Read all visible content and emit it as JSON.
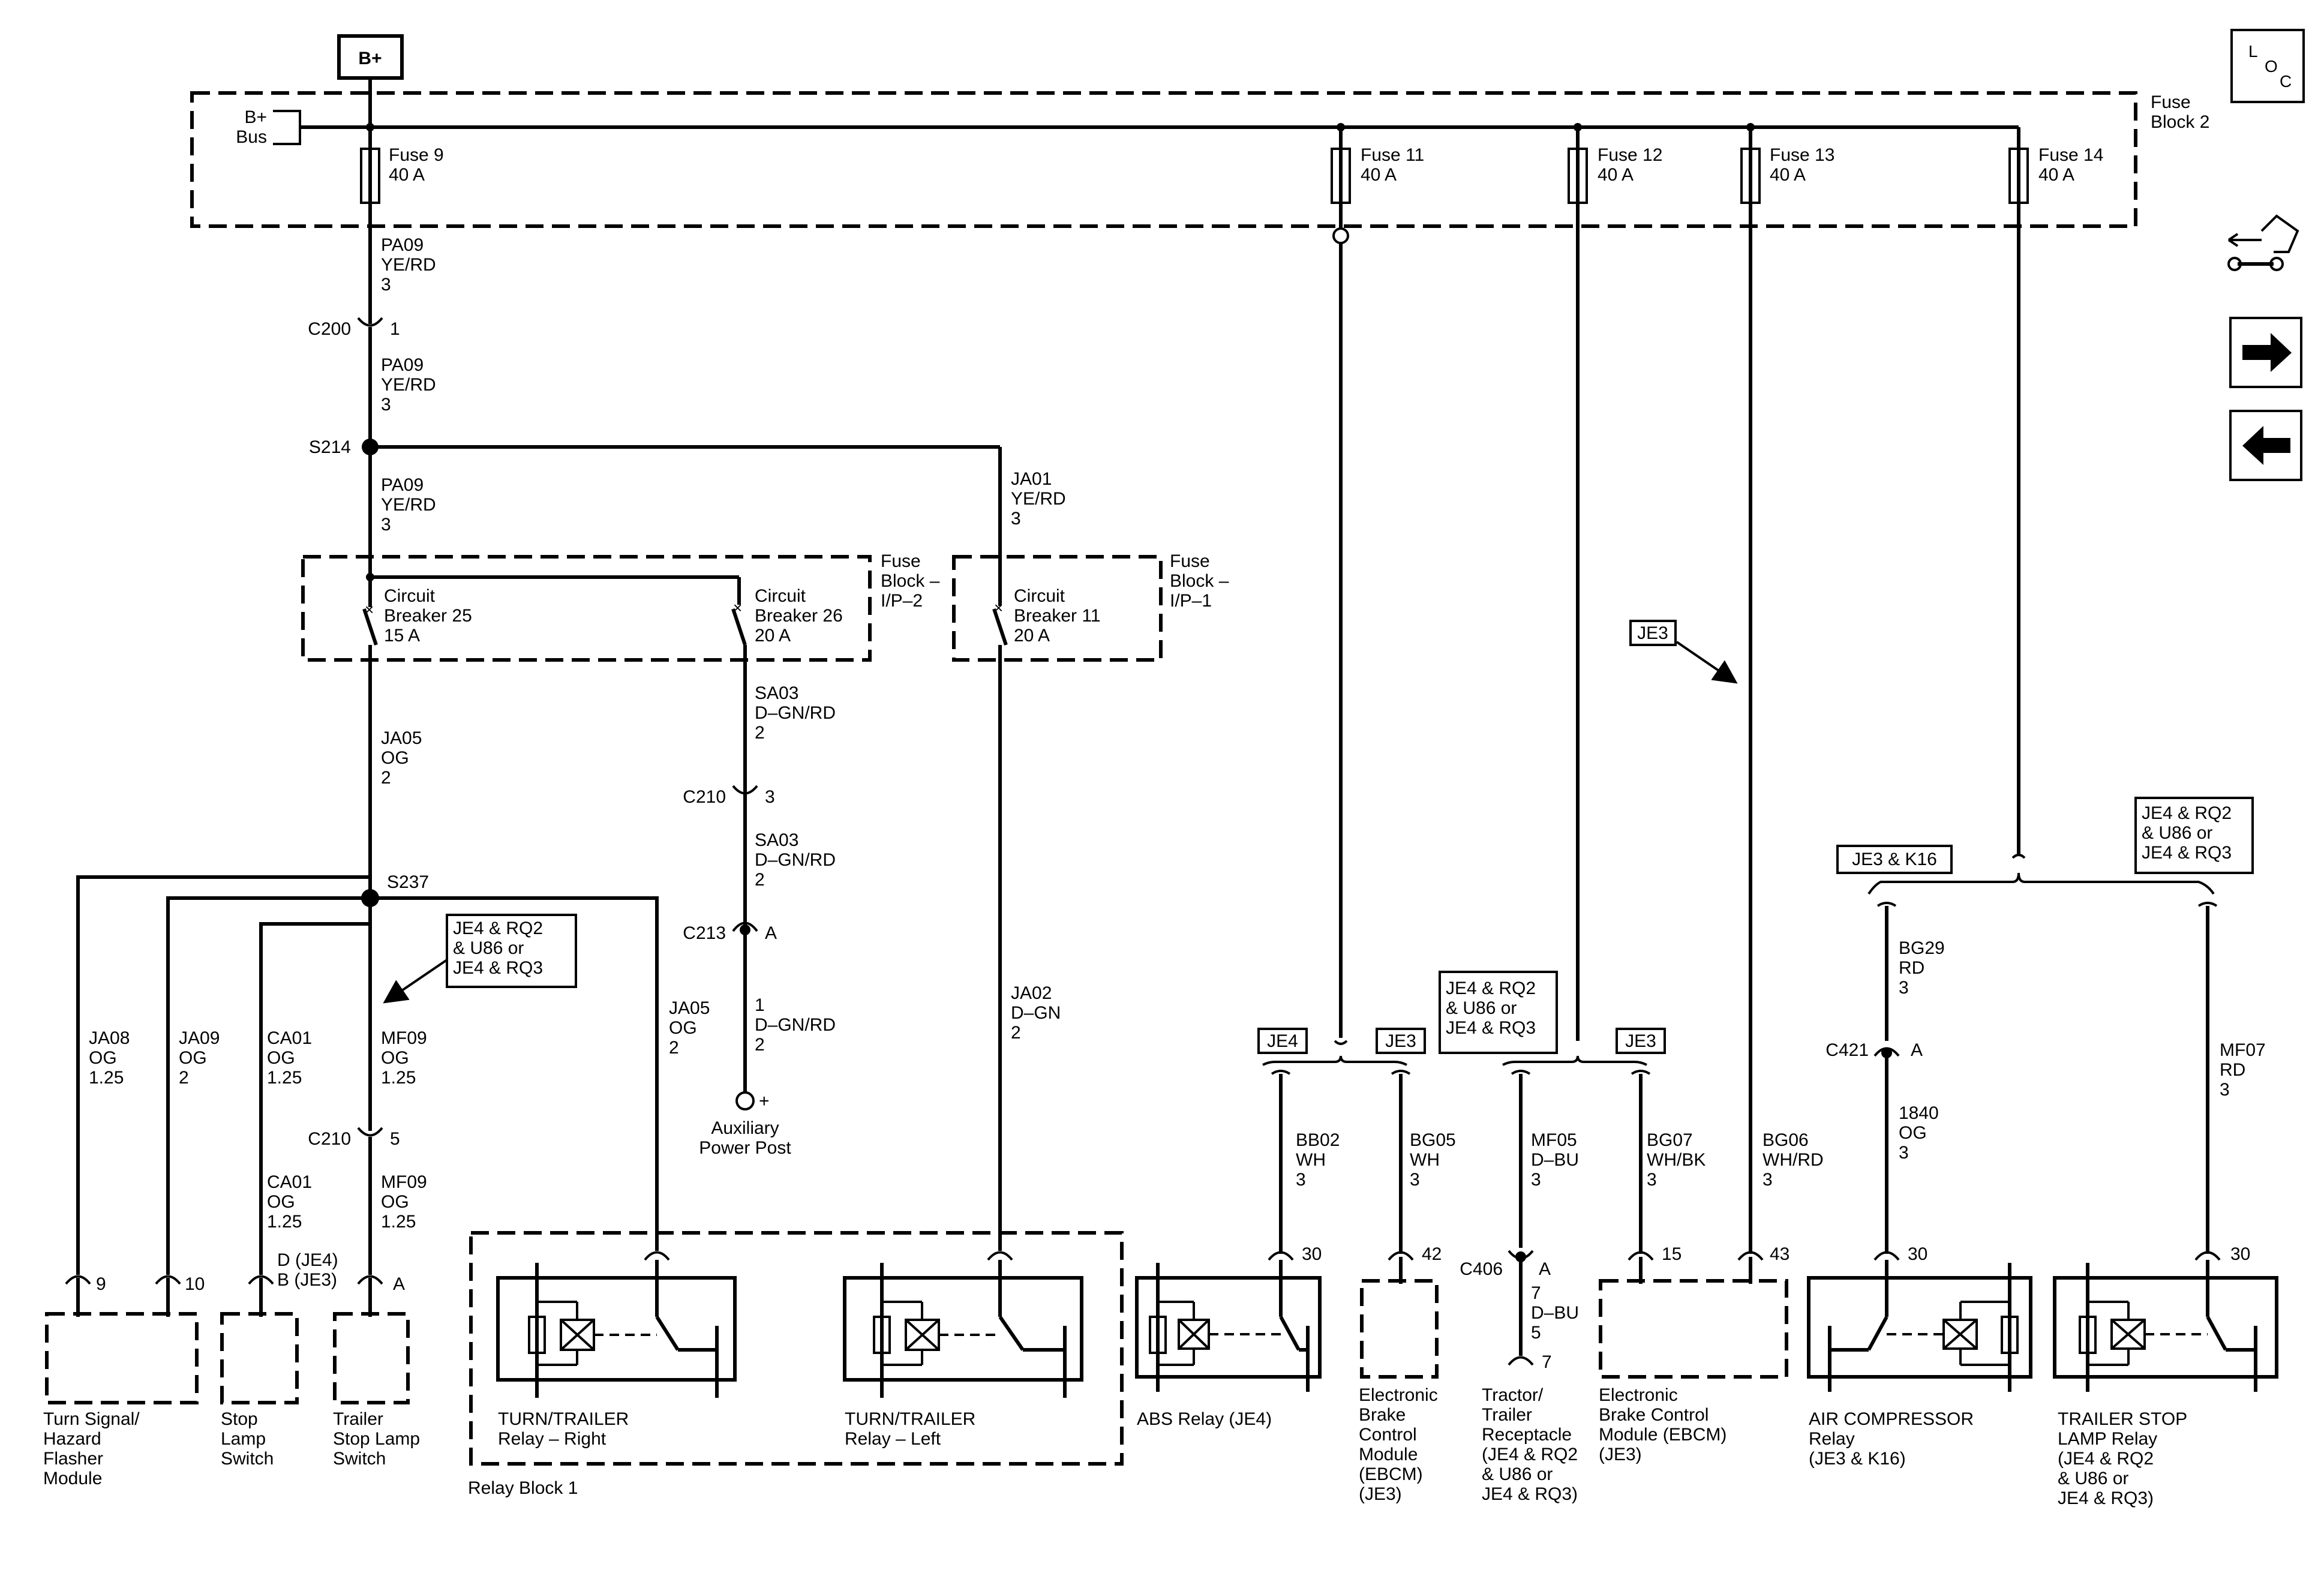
{
  "power": {
    "label": "B+"
  },
  "loc_icon": {
    "letters": [
      "L",
      "O",
      "C"
    ]
  },
  "nav_icons": [
    "component-view-icon",
    "next-page-arrow-icon",
    "previous-page-arrow-icon"
  ],
  "fuse_block_2": {
    "title": [
      "Fuse",
      "Block 2"
    ],
    "bus_label": [
      "B+",
      "Bus"
    ],
    "fuses": [
      {
        "name": "Fuse 9",
        "rating": "40 A"
      },
      {
        "name": "Fuse 11",
        "rating": "40 A"
      },
      {
        "name": "Fuse 12",
        "rating": "40 A"
      },
      {
        "name": "Fuse 13",
        "rating": "40 A"
      },
      {
        "name": "Fuse 14",
        "rating": "40 A"
      }
    ]
  },
  "fuse_block_ip2": {
    "title": [
      "Fuse",
      "Block –",
      "I/P–2"
    ],
    "breakers": [
      {
        "lines": [
          "Circuit",
          "Breaker 25",
          "15 A"
        ]
      },
      {
        "lines": [
          "Circuit",
          "Breaker 26",
          "20 A"
        ]
      }
    ]
  },
  "fuse_block_ip1": {
    "title": [
      "Fuse",
      "Block –",
      "I/P–1"
    ],
    "breakers": [
      {
        "lines": [
          "Circuit",
          "Breaker 11",
          "20 A"
        ]
      }
    ]
  },
  "splices": [
    "S214",
    "S237"
  ],
  "connectors": {
    "c200": {
      "name": "C200",
      "pin": "1"
    },
    "c210a": {
      "name": "C210",
      "pin": "3"
    },
    "c213": {
      "name": "C213",
      "pin": "A"
    },
    "c210b": {
      "name": "C210",
      "pin": "5"
    },
    "c406": {
      "name": "C406",
      "pin": "A"
    },
    "c421": {
      "name": "C421",
      "pin": "A"
    }
  },
  "wires": {
    "pa09_1": [
      "PA09",
      "YE/RD",
      "3"
    ],
    "pa09_2": [
      "PA09",
      "YE/RD",
      "3"
    ],
    "pa09_3": [
      "PA09",
      "YE/RD",
      "3"
    ],
    "ja01": [
      "JA01",
      "YE/RD",
      "3"
    ],
    "ja05_1": [
      "JA05",
      "OG",
      "2"
    ],
    "sa03_1": [
      "SA03",
      "D–GN/RD",
      "2"
    ],
    "sa03_2": [
      "SA03",
      "D–GN/RD",
      "2"
    ],
    "w1_dgnrd": [
      "1",
      "D–GN/RD",
      "2"
    ],
    "ja08": [
      "JA08",
      "OG",
      "1.25"
    ],
    "ja09": [
      "JA09",
      "OG",
      "2"
    ],
    "ca01_1": [
      "CA01",
      "OG",
      "1.25"
    ],
    "ca01_2": [
      "CA01",
      "OG",
      "1.25"
    ],
    "mf09_1": [
      "MF09",
      "OG",
      "1.25"
    ],
    "mf09_2": [
      "MF09",
      "OG",
      "1.25"
    ],
    "ja05_2": [
      "JA05",
      "OG",
      "2"
    ],
    "ja02": [
      "JA02",
      "D–GN",
      "2"
    ],
    "bb02": [
      "BB02",
      "WH",
      "3"
    ],
    "bg05": [
      "BG05",
      "WH",
      "3"
    ],
    "mf05": [
      "MF05",
      "D–BU",
      "3"
    ],
    "bg07": [
      "BG07",
      "WH/BK",
      "3"
    ],
    "bg06": [
      "BG06",
      "WH/RD",
      "3"
    ],
    "bg29": [
      "BG29",
      "RD",
      "3"
    ],
    "w1840": [
      "1840",
      "OG",
      "3"
    ],
    "mf07": [
      "MF07",
      "RD",
      "3"
    ],
    "w7_dbu": [
      "7",
      "D–BU",
      "5"
    ]
  },
  "options": {
    "s237_opt": [
      "JE4 & RQ2",
      "& U86 or",
      "JE4 & RQ3"
    ],
    "je3_note": "JE3",
    "je4": "JE4",
    "je3_a": "JE3",
    "je4rq_mid": [
      "JE4 & RQ2",
      "& U86 or",
      "JE4 & RQ3"
    ],
    "je3_b": "JE3",
    "je3k16": "JE3 & K16",
    "je4rq_right": [
      "JE4 & RQ2",
      "& U86 or",
      "JE4 & RQ3"
    ]
  },
  "pins": {
    "p9": "9",
    "p10": "10",
    "pD": "D (JE4)",
    "pB": "B (JE3)",
    "pA": "A",
    "p30a": "30",
    "p42": "42",
    "p15": "15",
    "p43": "43",
    "p30b": "30",
    "p30c": "30",
    "p7": "7",
    "aux_plus": "+"
  },
  "components": {
    "turn_flasher": [
      "Turn Signal/",
      "Hazard",
      "Flasher",
      "Module"
    ],
    "stop_lamp_switch": [
      "Stop",
      "Lamp",
      "Switch"
    ],
    "trailer_stop_switch": [
      "Trailer",
      "Stop Lamp",
      "Switch"
    ],
    "aux_post": [
      "Auxiliary",
      "Power Post"
    ],
    "relay_right": [
      "TURN/TRAILER",
      "Relay – Right"
    ],
    "relay_left": [
      "TURN/TRAILER",
      "Relay – Left"
    ],
    "relay_block": "Relay Block 1",
    "abs_relay": "ABS Relay (JE4)",
    "ebcm_je3": [
      "Electronic",
      "Brake",
      "Control",
      "Module",
      "(EBCM)",
      "(JE3)"
    ],
    "tractor_receptacle": [
      "Tractor/",
      "Trailer",
      "Receptacle",
      "(JE4 & RQ2",
      "& U86 or",
      "JE4 & RQ3)"
    ],
    "ebcm2": [
      "Electronic",
      "Brake Control",
      "Module (EBCM)",
      "(JE3)"
    ],
    "air_comp": [
      "AIR COMPRESSOR",
      "Relay",
      "(JE3 & K16)"
    ],
    "trailer_stop_relay": [
      "TRAILER STOP",
      "LAMP Relay",
      "(JE4 & RQ2",
      "& U86 or",
      "JE4 & RQ3)"
    ]
  }
}
